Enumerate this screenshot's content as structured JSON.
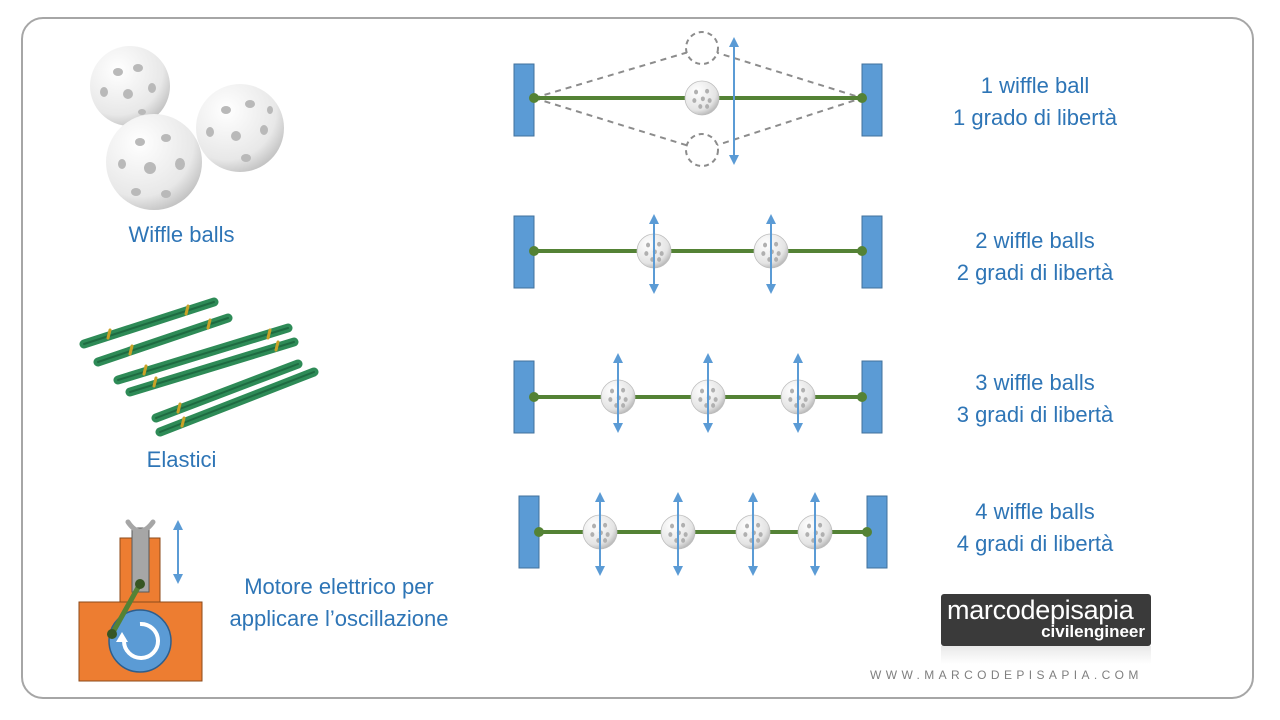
{
  "labels": {
    "wiffle_balls": "Wiffle balls",
    "elastici": "Elastici",
    "motore_line1": "Motore elettrico per",
    "motore_line2": "applicare l’oscillazione"
  },
  "systems": [
    {
      "balls": 1,
      "line1": "1 wiffle ball",
      "line2": "1 grado di libertà"
    },
    {
      "balls": 2,
      "line1": "2 wiffle balls",
      "line2": "2 gradi di libertà"
    },
    {
      "balls": 3,
      "line1": "3 wiffle balls",
      "line2": "3 gradi di libertà"
    },
    {
      "balls": 4,
      "line1": "4 wiffle balls",
      "line2": "4 gradi di libertà"
    }
  ],
  "logo": {
    "name_a": "marco",
    "name_b": "depisapia",
    "sub": "civilengineer"
  },
  "website": "WWW.MARCODEPISAPIA.COM",
  "colors": {
    "accent_blue": "#2e75b6",
    "support_blue": "#5b9bd5",
    "elastic_green": "#548235",
    "motor_orange": "#ed7d31",
    "dashed_grey": "#8c8c8c"
  }
}
